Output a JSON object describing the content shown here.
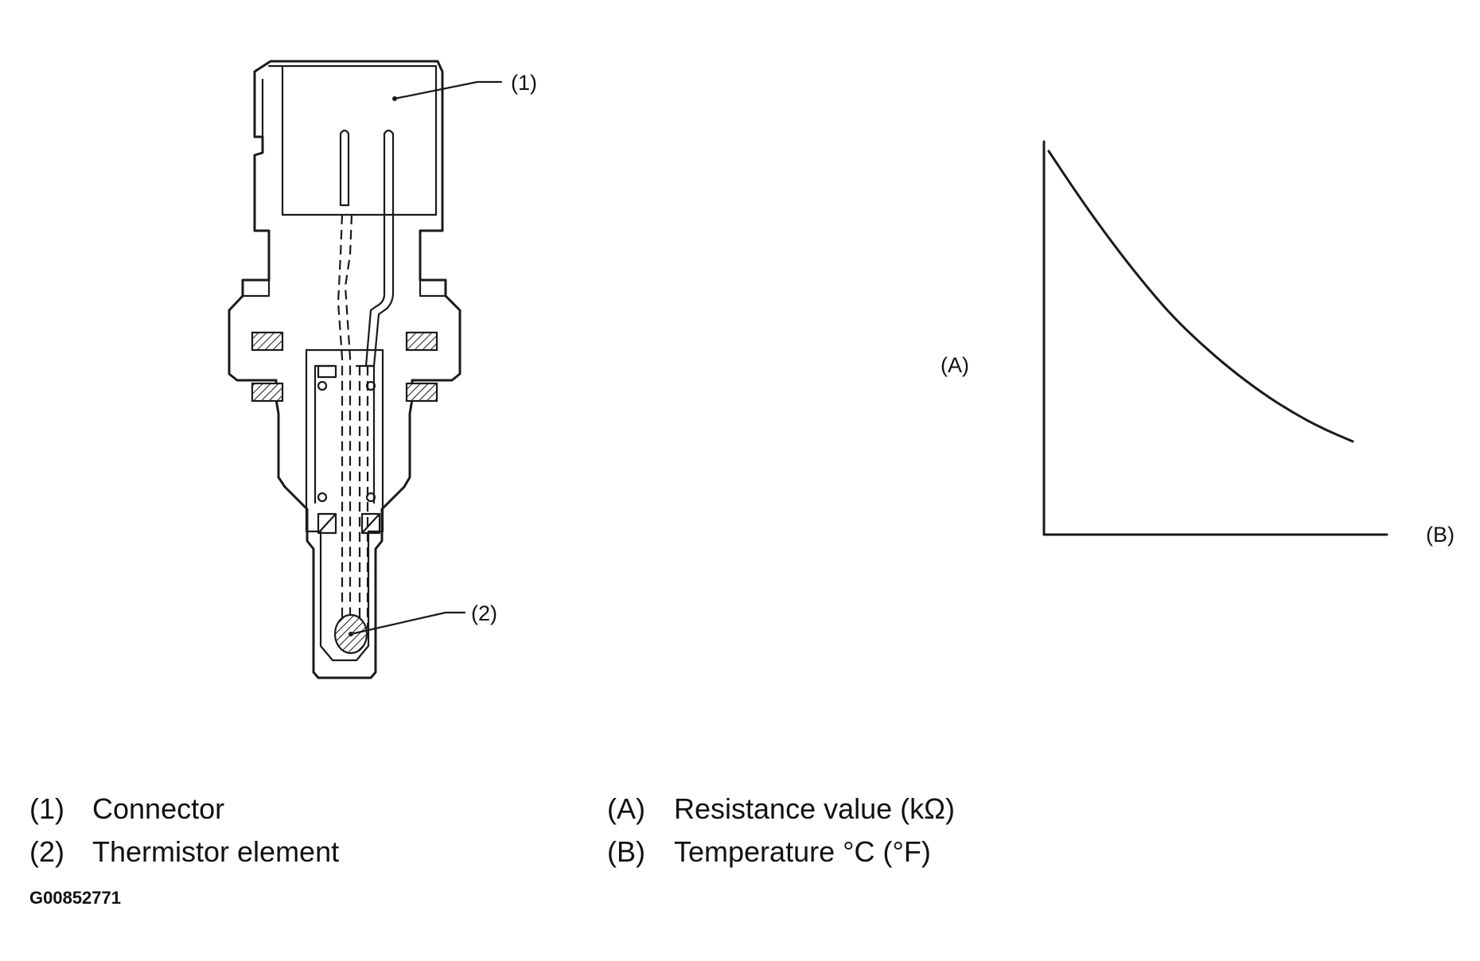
{
  "diagram": {
    "callouts": {
      "connector": "(1)",
      "thermistor": "(2)"
    },
    "graph": {
      "y_axis_label": "(A)",
      "x_axis_label": "(B)"
    },
    "legend": [
      {
        "key": "(1)",
        "text": "Connector"
      },
      {
        "key": "(2)",
        "text": "Thermistor element"
      },
      {
        "key": "(A)",
        "text": "Resistance value (kΩ)"
      },
      {
        "key": "(B)",
        "text": "Temperature °C (°F)"
      }
    ],
    "figure_id": "G00852771"
  },
  "chart_data": {
    "type": "line",
    "xlabel": "(B)",
    "ylabel": "(A)",
    "title": "",
    "series": [
      {
        "values_description": "",
        "x": [
          0,
          0.1,
          0.2,
          0.3,
          0.4,
          0.5,
          0.6,
          0.7,
          0.8,
          0.9,
          1.0
        ],
        "y": [
          1.0,
          0.86,
          0.73,
          0.61,
          0.5,
          0.41,
          0.33,
          0.26,
          0.2,
          0.15,
          0.11
        ]
      }
    ],
    "grid": false
  }
}
